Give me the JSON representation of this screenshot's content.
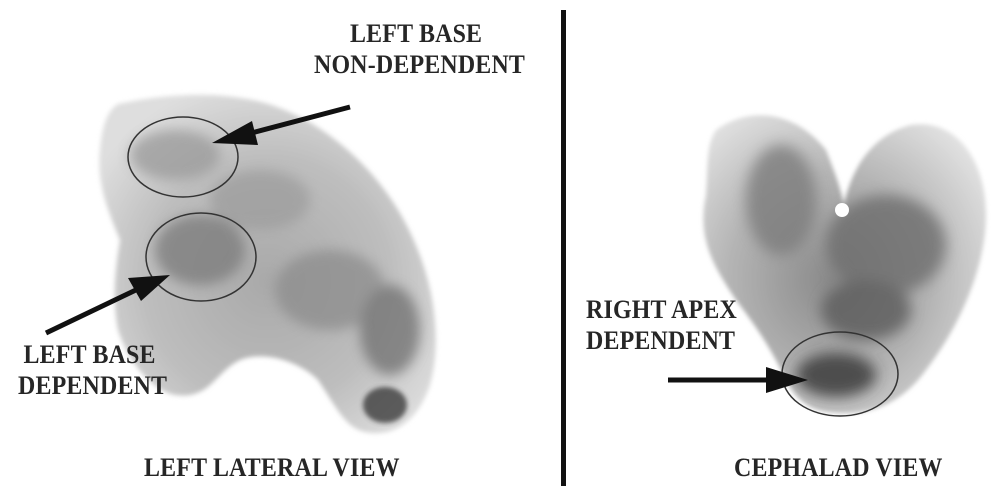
{
  "labels": {
    "left_base_nondependent": [
      "LEFT BASE",
      "NON-DEPENDENT"
    ],
    "left_base_dependent": [
      "LEFT BASE",
      "DEPENDENT"
    ],
    "right_apex_dependent": [
      "RIGHT APEX",
      "DEPENDENT"
    ],
    "left_lateral_view": "LEFT LATERAL VIEW",
    "cephalad_view": "CEPHALAD VIEW"
  },
  "colors": {
    "text": "#262626",
    "divider": "#111111",
    "lung_light": "#c9c9c9",
    "lung_dark": "#4a4a4a"
  }
}
